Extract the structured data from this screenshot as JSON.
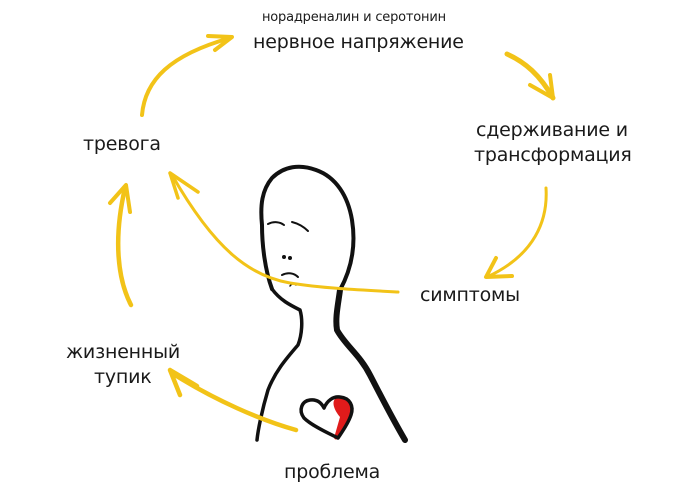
{
  "diagram": {
    "subtitle": "норадреналин и серотонин",
    "nodes": {
      "tension": "нервное напряжение",
      "suppression_line1": "сдерживание и",
      "suppression_line2": "трансформация",
      "symptoms": "симптомы",
      "problem": "проблема",
      "deadlock_line1": "жизненный",
      "deadlock_line2": "тупик",
      "anxiety": "тревога"
    },
    "colors": {
      "arrow": "#f2c318",
      "outline": "#111111",
      "heart_fill": "#e01b1b",
      "text": "#1a1a1a"
    },
    "icons": {
      "figure": "human-figure-icon",
      "heart": "heart-icon"
    }
  }
}
